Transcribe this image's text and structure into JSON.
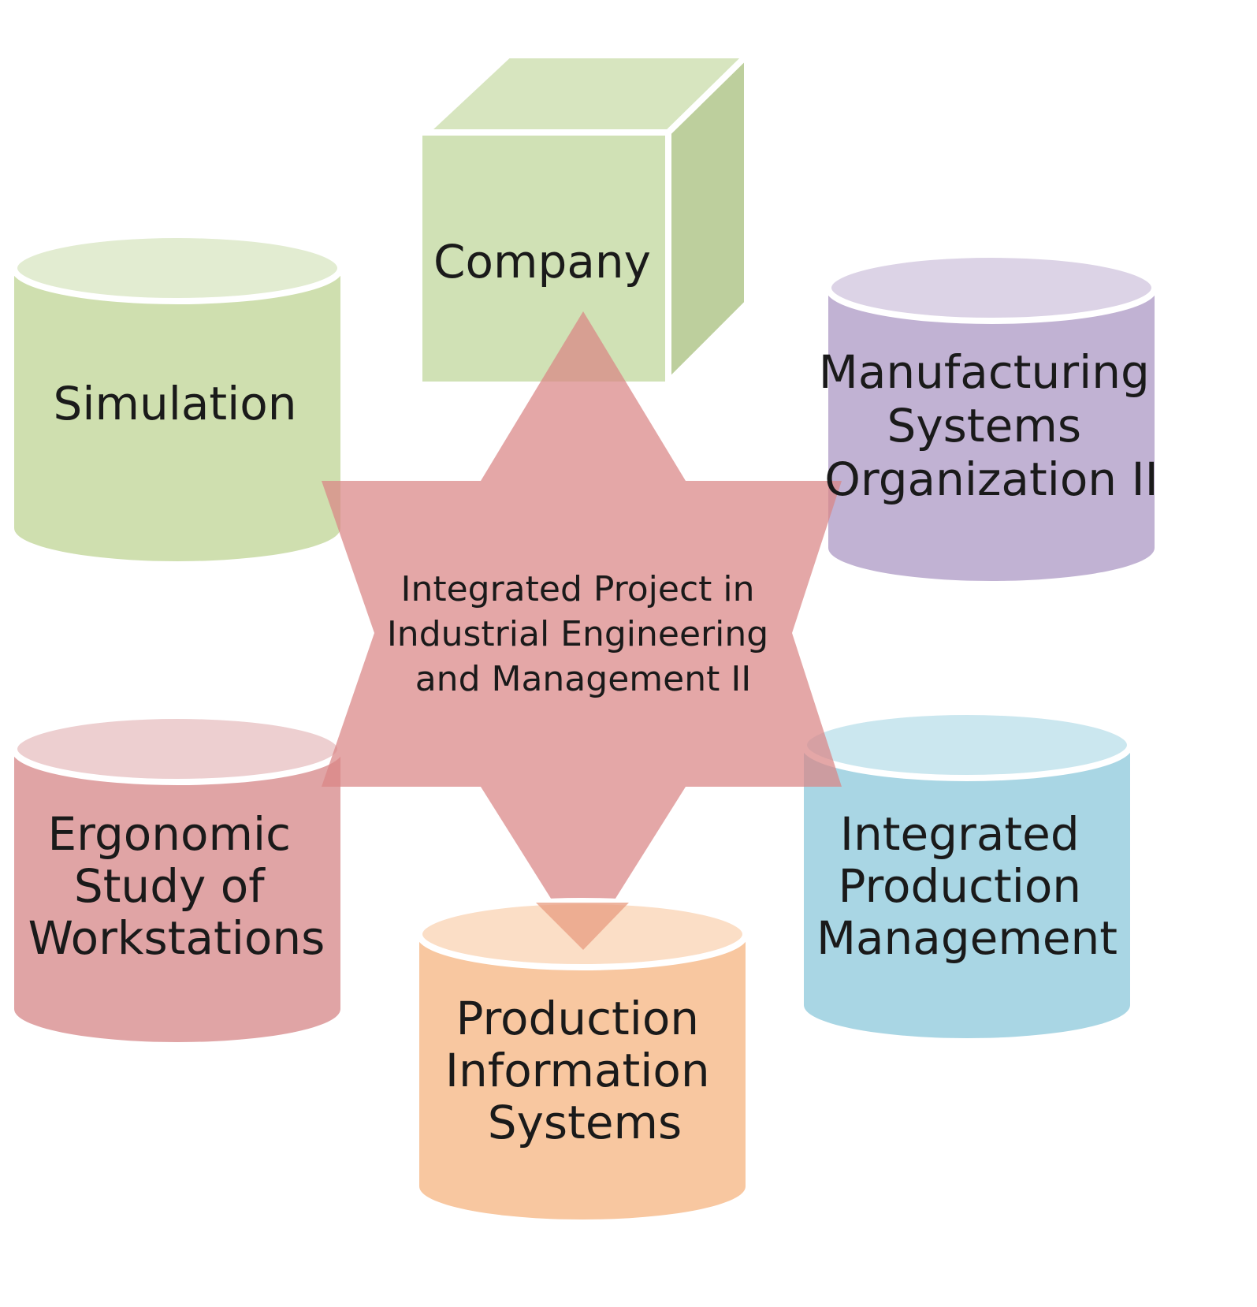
{
  "center": {
    "label_lines": [
      "Integrated Project in",
      "Industrial Engineering",
      "and Management II"
    ],
    "color": "#e0a3a3"
  },
  "nodes": {
    "company": {
      "label_lines": [
        "Company"
      ],
      "shape": "cube",
      "color": "#d0e1b5"
    },
    "simulation": {
      "label_lines": [
        "Simulation"
      ],
      "shape": "cylinder",
      "color": "#cfdfaf"
    },
    "manufacturing": {
      "label_lines": [
        "Manufacturing",
        "Systems",
        "Organization II"
      ],
      "shape": "cylinder",
      "color": "#c1b2d3"
    },
    "integrated_production": {
      "label_lines": [
        "Integrated",
        "Production",
        "Management"
      ],
      "shape": "cylinder",
      "color": "#a9d6e4"
    },
    "production_info": {
      "label_lines": [
        "Production",
        "Information",
        "Systems"
      ],
      "shape": "cylinder",
      "color": "#f8c7a0"
    },
    "ergonomic": {
      "label_lines": [
        "Ergonomic",
        "Study of",
        "Workstations"
      ],
      "shape": "cylinder",
      "color": "#e0a4a5"
    }
  }
}
